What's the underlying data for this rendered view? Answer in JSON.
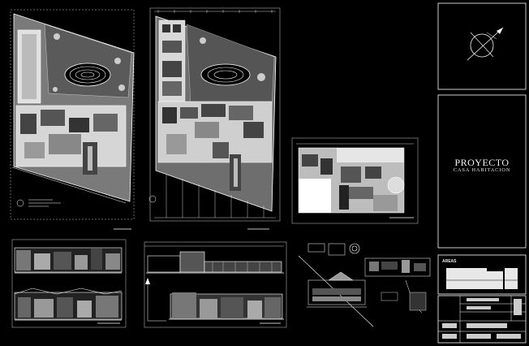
{
  "title_block": {
    "project_label": "PROYECTO",
    "project_name": "CASA HABITACION",
    "areas_label": "AREAS"
  },
  "colors": {
    "background": "#000000",
    "linework": "#ffffff",
    "fill_light": "#d9d9d9",
    "fill_mid": "#9a9a9a",
    "fill_dark": "#6e6e6e"
  },
  "icons": {
    "north_arrow": "north-arrow-icon"
  }
}
